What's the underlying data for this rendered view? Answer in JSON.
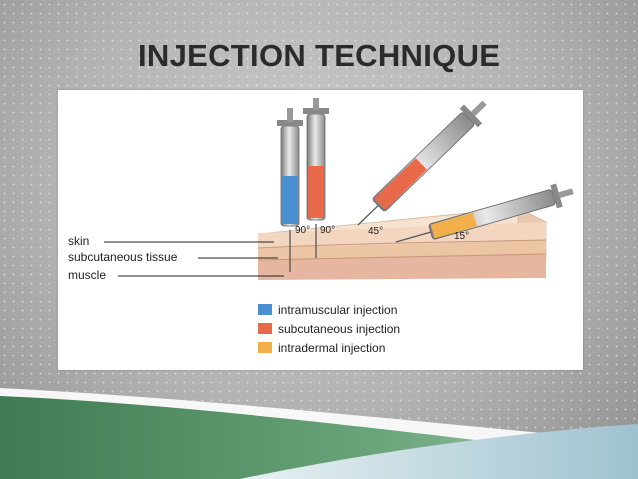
{
  "slide": {
    "title": "INJECTION TECHNIQUE"
  },
  "diagram": {
    "layers": [
      "skin",
      "subcutaneous tissue",
      "muscle"
    ],
    "angles": {
      "intramuscular": "90°",
      "subcutaneous": "90°",
      "subcutaneous_angled": "45°",
      "intradermal": "15°"
    },
    "legend": [
      {
        "label": "intramuscular injection",
        "color": "#4a90d0"
      },
      {
        "label": "subcutaneous injection",
        "color": "#e8694a"
      },
      {
        "label": "intradermal injection",
        "color": "#f3b04a"
      }
    ]
  },
  "colors": {
    "skin": "#f3d6bf",
    "subcutaneous": "#ecc5a4",
    "muscle": "#e6b6a0",
    "deco_green": "#4f8a62",
    "deco_blue": "#a8c7d2"
  }
}
